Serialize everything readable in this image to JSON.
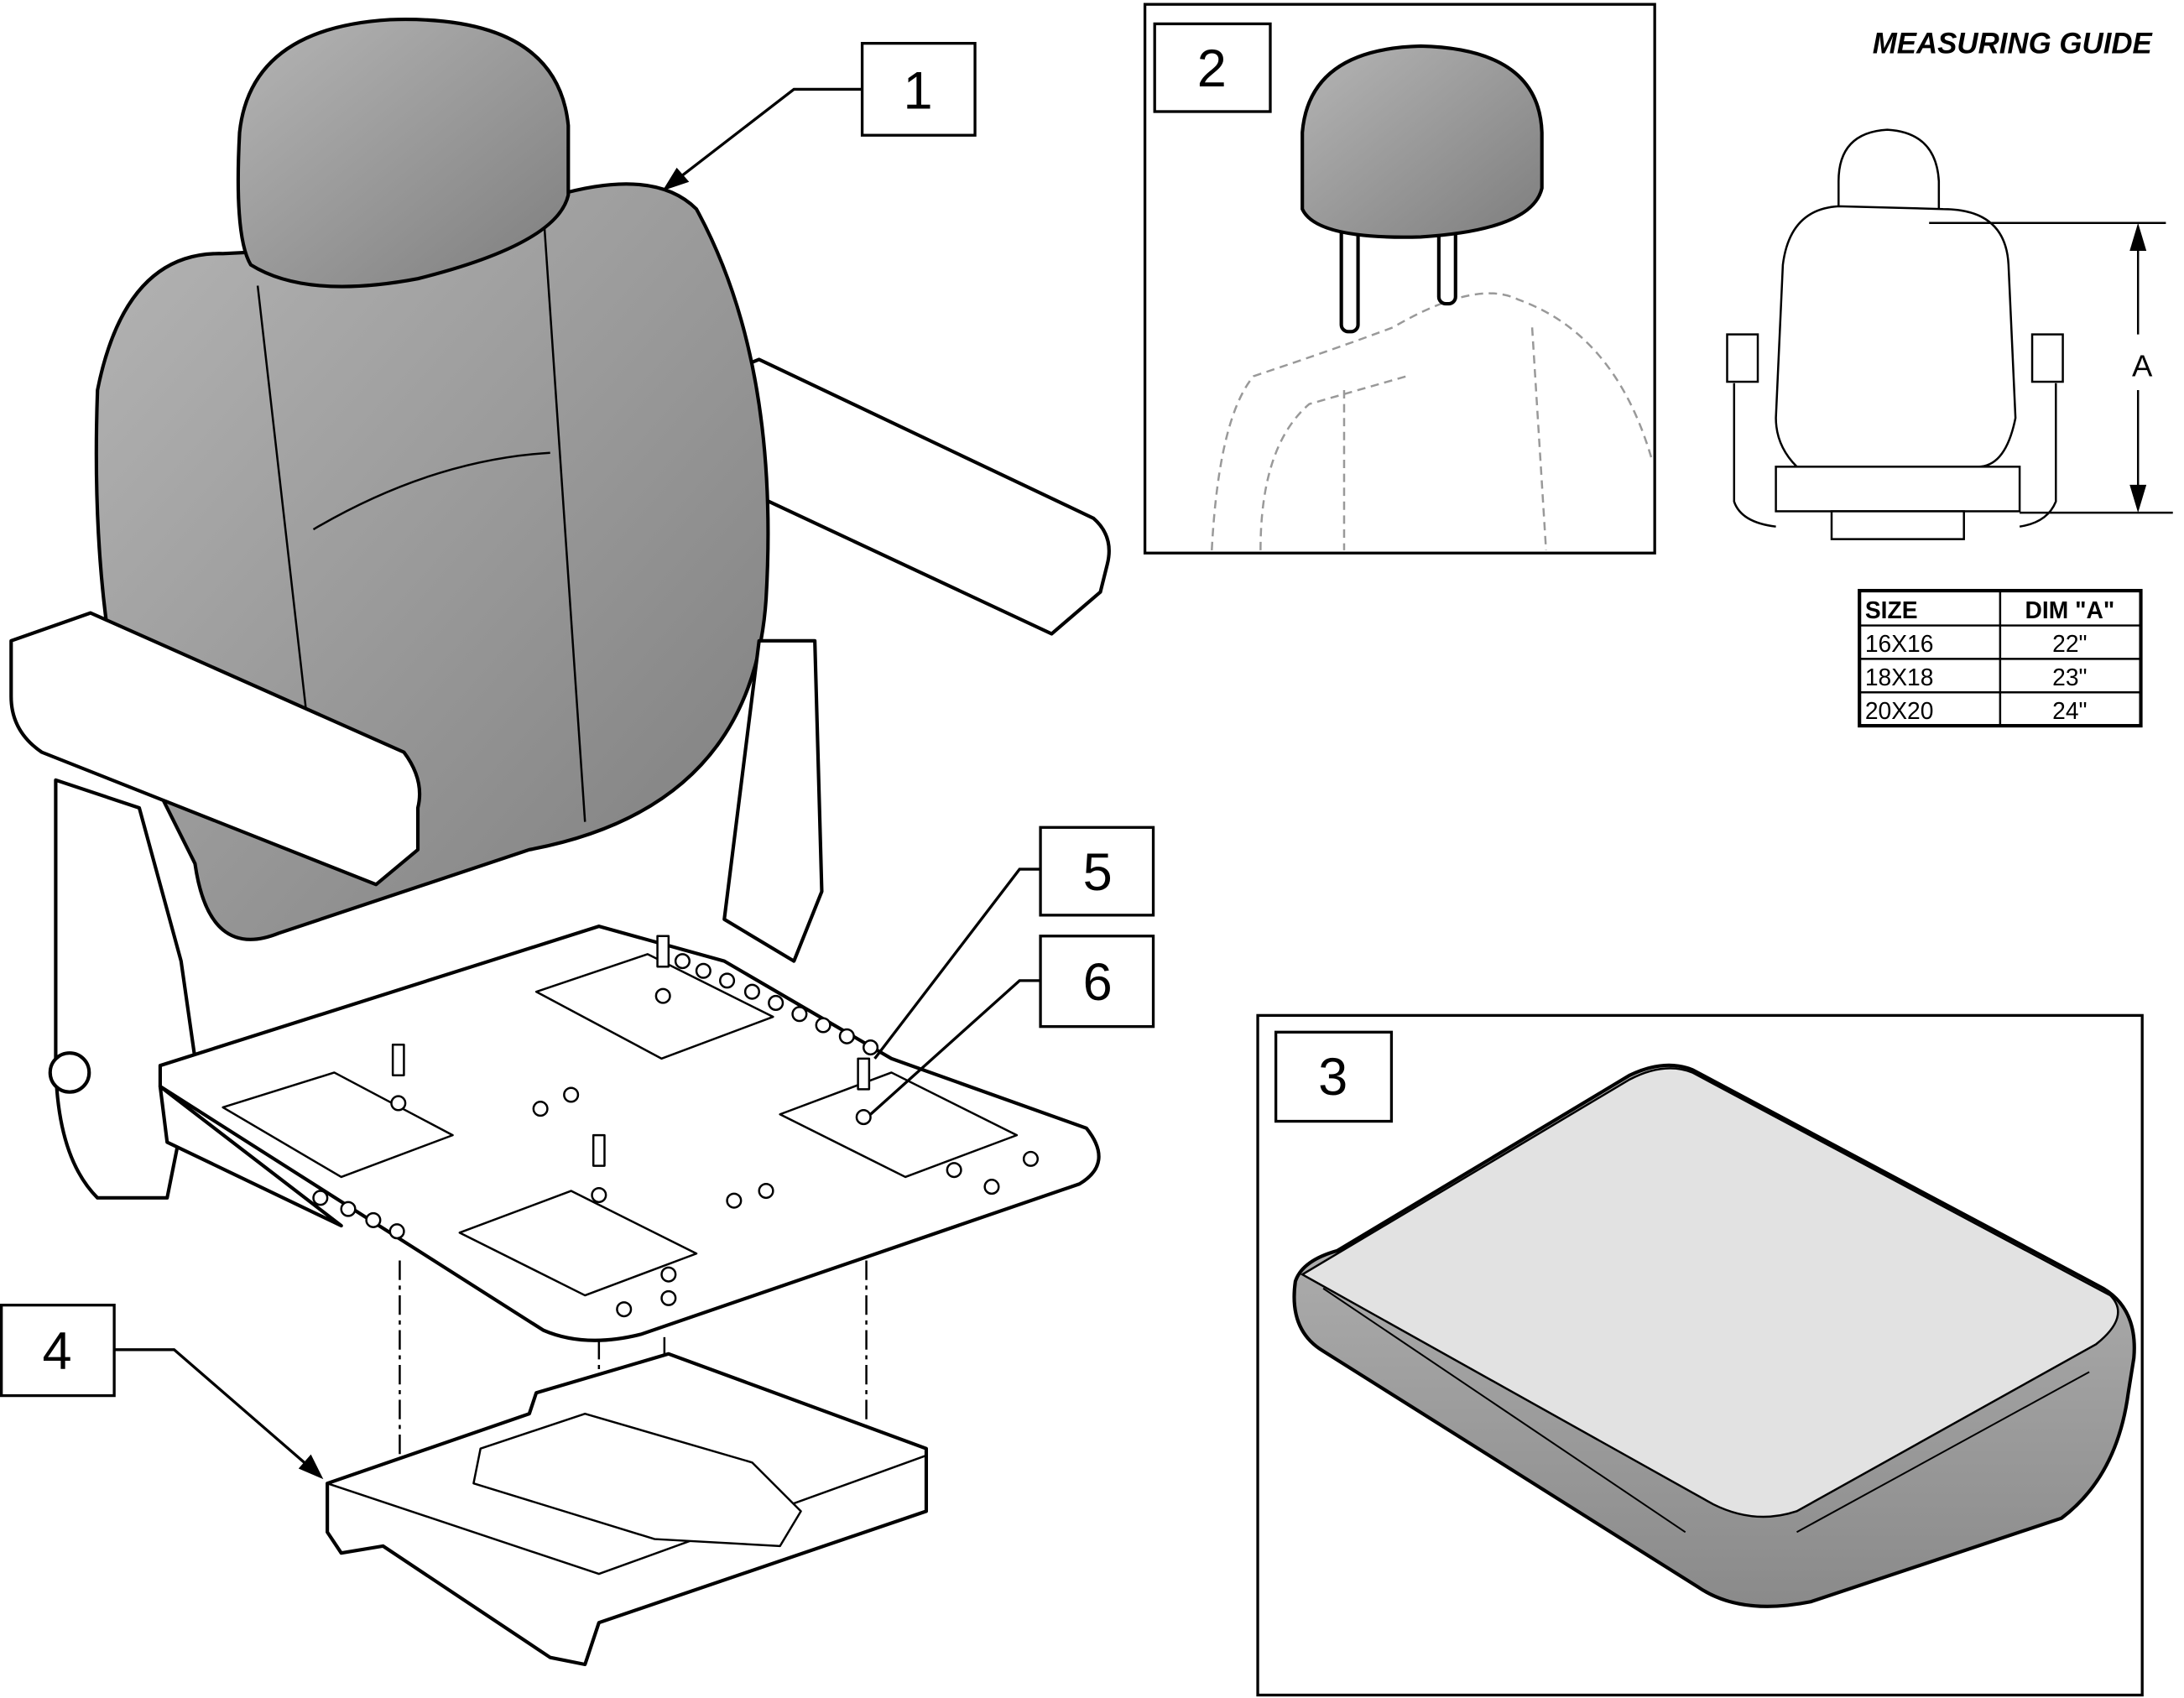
{
  "callouts": {
    "c1": "1",
    "c2": "2",
    "c3": "3",
    "c4": "4",
    "c5": "5",
    "c6": "6"
  },
  "measuring_guide": {
    "title": "MEASURING GUIDE",
    "dimension_label": "A",
    "table": {
      "headers": [
        "SIZE",
        "DIM \"A\""
      ],
      "rows": [
        [
          "16X16",
          "22\""
        ],
        [
          "18X18",
          "23\""
        ],
        [
          "20X20",
          "24\""
        ]
      ]
    }
  },
  "colors": {
    "upholstery": "#8f8f8f",
    "cushion_top": "#e2e2e2",
    "cushion_side": "#9a9a9a",
    "line": "#000000"
  }
}
